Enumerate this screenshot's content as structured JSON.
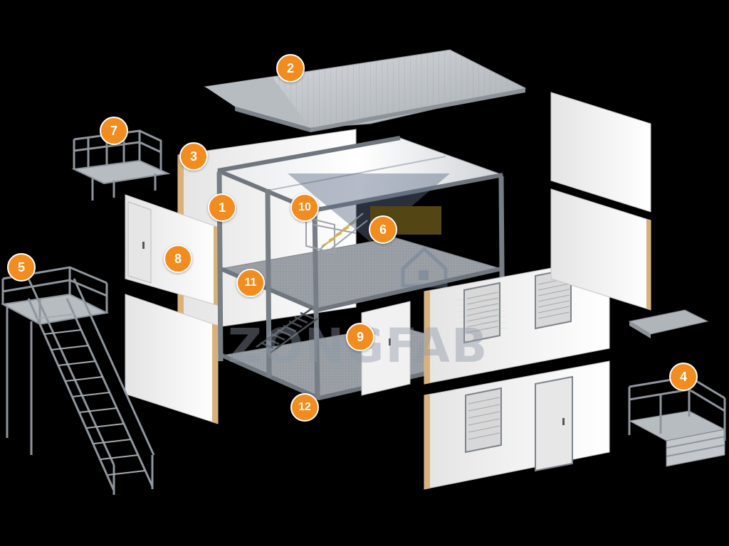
{
  "colors": {
    "marker_fill": "#f28c1e",
    "background": "#000000",
    "panel": "#f3f3f3",
    "steel": "#8e959c",
    "roof": "#c9cdd1"
  },
  "watermark": "ZONGFAB",
  "markers": [
    {
      "label": "1",
      "part": "frame"
    },
    {
      "label": "2",
      "part": "roof"
    },
    {
      "label": "3",
      "part": "rear-wall-panel"
    },
    {
      "label": "4",
      "part": "entry-steps"
    },
    {
      "label": "5",
      "part": "external-staircase"
    },
    {
      "label": "6",
      "part": "stair-railing"
    },
    {
      "label": "7",
      "part": "balcony-platform"
    },
    {
      "label": "8",
      "part": "door-wall-panel"
    },
    {
      "label": "9",
      "part": "interior-door-panel"
    },
    {
      "label": "10",
      "part": "ceiling-roof-panel"
    },
    {
      "label": "11",
      "part": "internal-staircase"
    },
    {
      "label": "12",
      "part": "floor-base"
    }
  ]
}
